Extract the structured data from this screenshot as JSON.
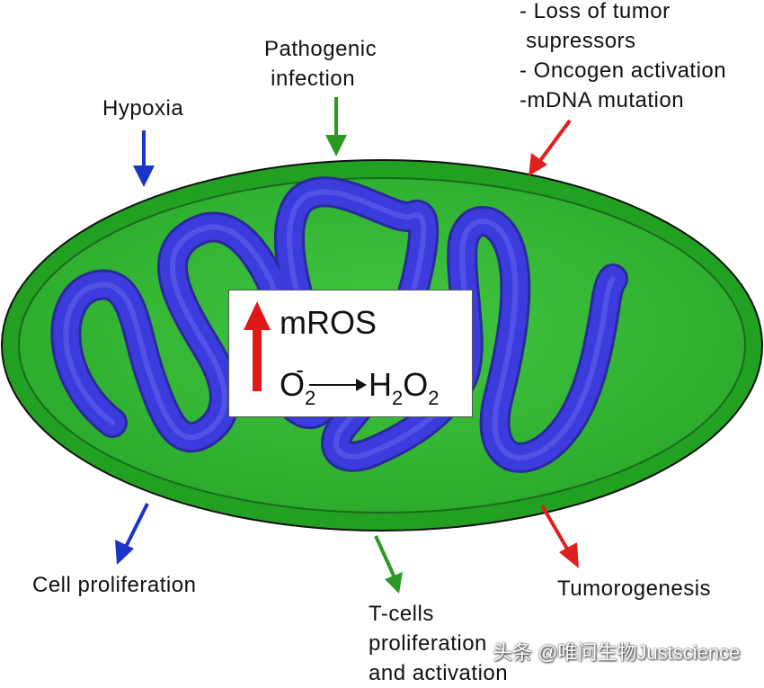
{
  "labels": {
    "hypoxia": "Hypoxia",
    "pathogenic": "Pathogenic\n infection",
    "oncogenic": "- Loss of tumor\n supressors\n- Oncogen activation\n-mDNA mutation",
    "cell_prolif": "Cell proliferation",
    "tcells": "T-cells\nproliferation\nand activation",
    "tumor": "Tumorogenesis"
  },
  "center_box": {
    "title": "mROS",
    "o_base": "O",
    "o_sub": "2",
    "o_sup": "-",
    "product_h": "H",
    "product_h_sub": "2",
    "product_o": "O",
    "product_o_sub": "2"
  },
  "watermark": "头条 @唯问生物Justscience",
  "colors": {
    "outer_membrane": "#1f9a1f",
    "matrix": "#3fca3f",
    "cristae": "#3a3ad8",
    "blue_arrow": "#1a33c8",
    "green_arrow": "#2a9a22",
    "red_arrow": "#e02020"
  }
}
